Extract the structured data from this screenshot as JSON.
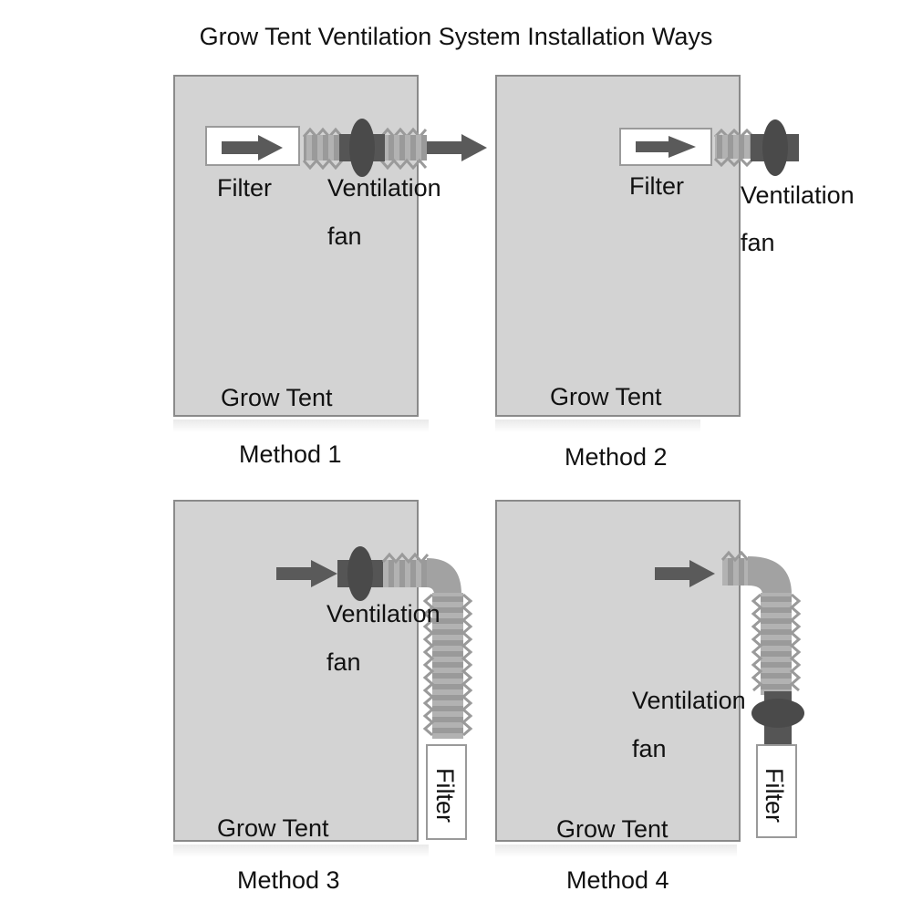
{
  "title": "Grow Tent Ventilation System Installation Ways",
  "colors": {
    "tent_fill": "#d3d3d3",
    "tent_border": "#8a8a8a",
    "duct": "#9a9a9a",
    "fan": "#4a4a4a",
    "arrow": "#5a5a5a",
    "filter_fill": "#ffffff"
  },
  "methods": [
    {
      "method_label": "Method 1",
      "tent_label": "Grow Tent",
      "filter_label": "Filter",
      "fan_label_line1": "Ventilation",
      "fan_label_line2": "fan"
    },
    {
      "method_label": "Method 2",
      "tent_label": "Grow Tent",
      "filter_label": "Filter",
      "fan_label_line1": "Ventilation",
      "fan_label_line2": "fan"
    },
    {
      "method_label": "Method 3",
      "tent_label": "Grow Tent",
      "filter_label": "Filter",
      "fan_label_line1": "Ventilation",
      "fan_label_line2": "fan"
    },
    {
      "method_label": "Method 4",
      "tent_label": "Grow Tent",
      "filter_label": "Filter",
      "fan_label_line1": "Ventilation",
      "fan_label_line2": "fan"
    }
  ]
}
